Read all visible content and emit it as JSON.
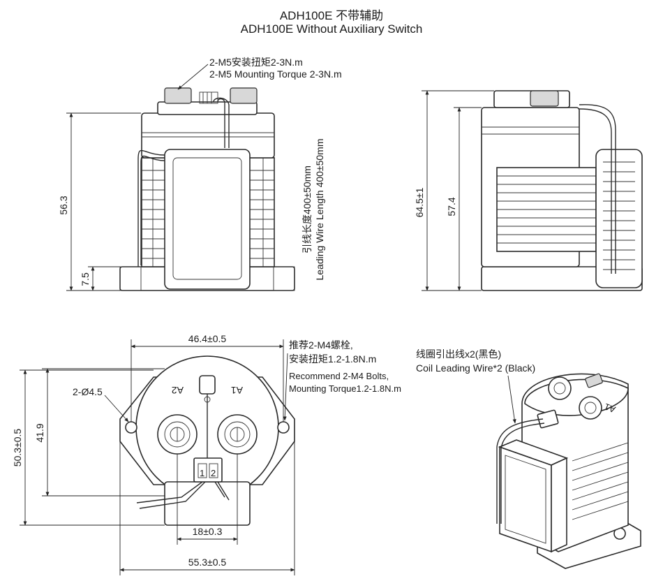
{
  "title": {
    "zh": "ADH100E 不带辅助",
    "en": "ADH100E Without Auxiliary Switch"
  },
  "front_view": {
    "torque_note_zh": "2-M5安装扭矩2-3N.m",
    "torque_note_en": "2-M5 Mounting Torque 2-3N.m",
    "height_total": "56.3",
    "height_base": "7.5",
    "wire_length_zh": "引线长度400±50mm",
    "wire_length_en": "Leading Wire Length 400±50mm"
  },
  "side_view": {
    "height_total": "64.5±1",
    "height_body": "57.4"
  },
  "top_view": {
    "width_bolt": "46.4±0.5",
    "hole_note": "2-Ø4.5",
    "height_total": "50.3±0.5",
    "height_inner": "41.9",
    "terminal_spacing": "18±0.3",
    "width_total": "55.3±0.5",
    "bolt_note_zh_1": "推荐2-M4螺栓,",
    "bolt_note_zh_2": "安装扭矩1.2-1.8N.m",
    "bolt_note_en_1": "Recommend 2-M4 Bolts,",
    "bolt_note_en_2": "Mounting Torque1.2-1.8N.m",
    "terminal_a1": "A1",
    "terminal_a2": "A2",
    "connector_pins": [
      "1",
      "2"
    ]
  },
  "iso_view": {
    "coil_note_zh": "线圈引出线x2(黑色)",
    "coil_note_en": "Coil Leading Wire*2 (Black)",
    "terminal_a1": "A1"
  }
}
